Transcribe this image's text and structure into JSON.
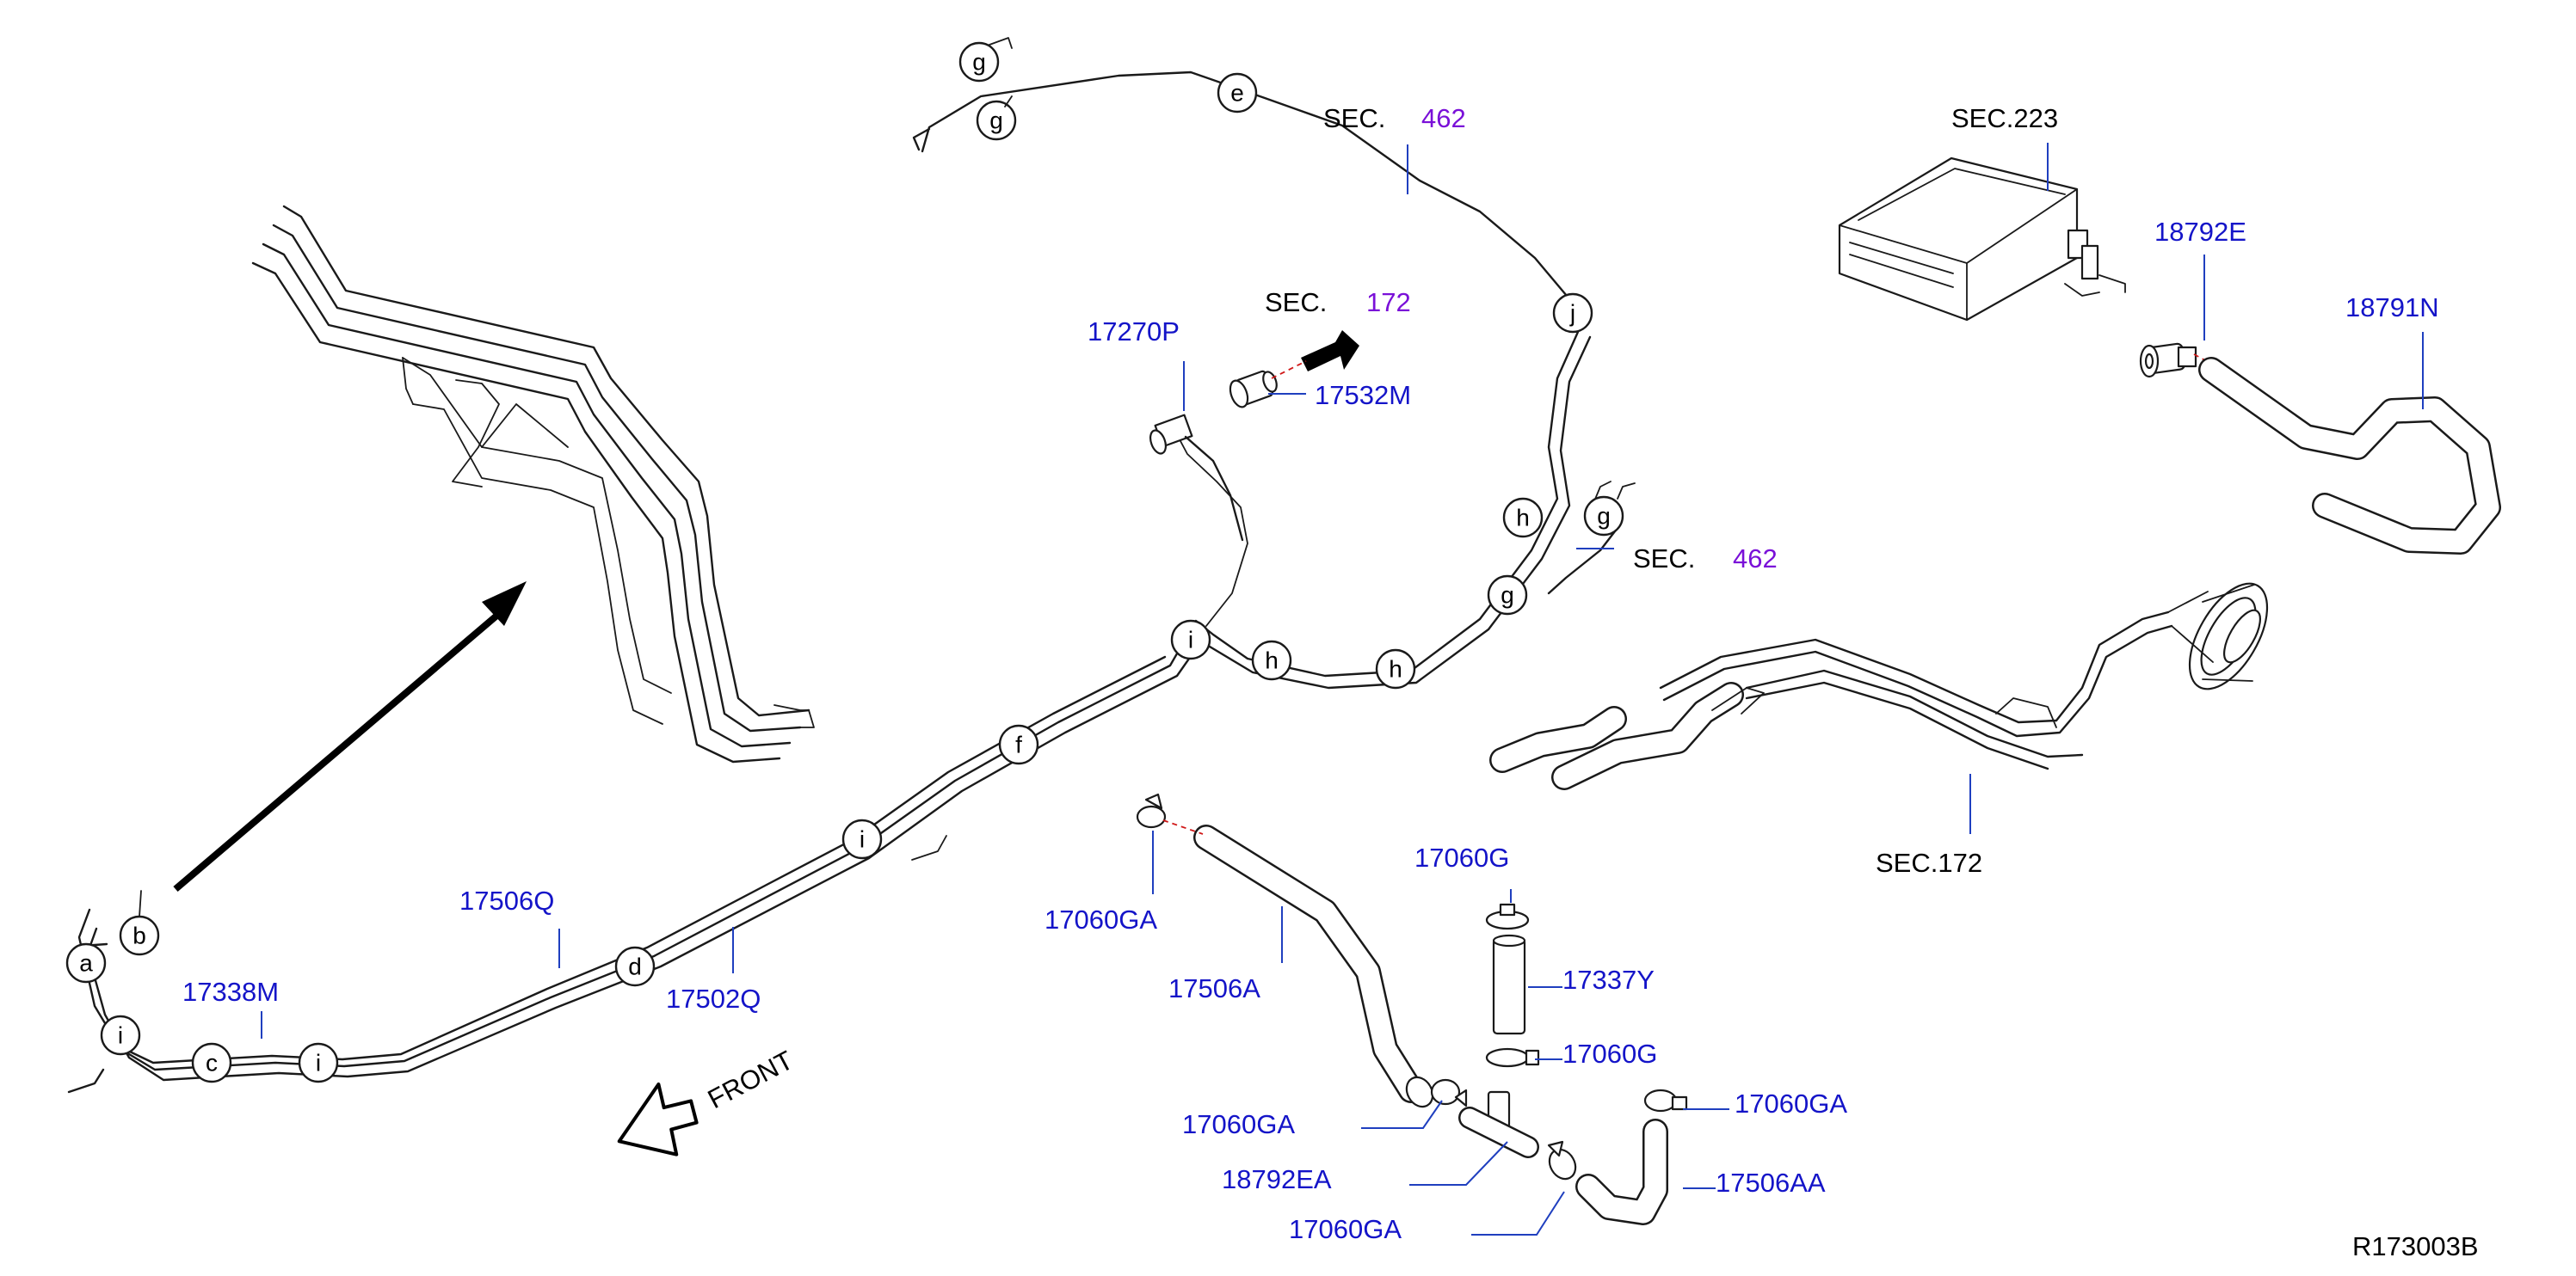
{
  "diagram": {
    "reference_code": "R173003B",
    "front_label": "FRONT",
    "section_prefix": "SEC.",
    "sec_462_top": "462",
    "sec_172_upper": "172",
    "sec_462_right": "462",
    "sec_223": "SEC.223",
    "sec_172_lower": "SEC.172"
  },
  "part_numbers": {
    "p17270P": "17270P",
    "p17532M": "17532M",
    "p18792E": "18792E",
    "p18791N": "18791N",
    "p17506Q": "17506Q",
    "p17338M": "17338M",
    "p17502Q": "17502Q",
    "p17060GA_1": "17060GA",
    "p17506A": "17506A",
    "p17060G_1": "17060G",
    "p17337Y": "17337Y",
    "p17060G_2": "17060G",
    "p17060GA_2": "17060GA",
    "p17060GA_3": "17060GA",
    "p18792EA": "18792EA",
    "p17506AA": "17506AA",
    "p17060GA_4": "17060GA"
  },
  "connection_markers": {
    "a": "a",
    "b": "b",
    "c": "c",
    "d": "d",
    "e": "e",
    "f": "f",
    "g1": "g",
    "g2": "g",
    "g3": "g",
    "g4": "g",
    "h1": "h",
    "h2": "h",
    "h3": "h",
    "i1": "i",
    "i2": "i",
    "i3": "i",
    "i4": "i",
    "j": "j"
  },
  "colors": {
    "part_number": "#1414c8",
    "section_number": "#7a10d8",
    "leader_line": "#1f3fbf",
    "connection_hint": "#d01818",
    "line_art": "#1a1a1a"
  }
}
